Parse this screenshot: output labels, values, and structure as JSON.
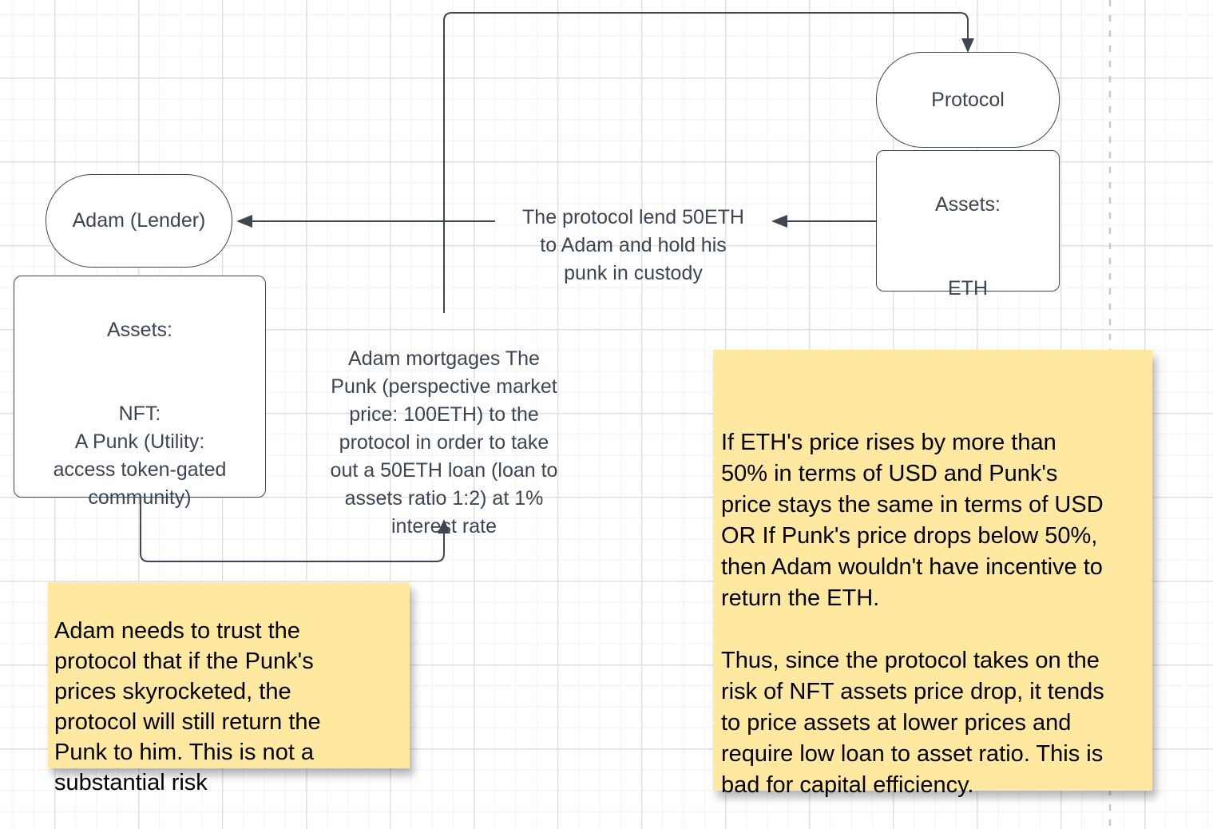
{
  "diagram": {
    "nodes": {
      "protocol": {
        "label": "Protocol"
      },
      "protocol_assets": {
        "text": "Assets:\n\n\nETH"
      },
      "adam": {
        "label": "Adam (Lender)"
      },
      "adam_assets": {
        "text": "Assets:\n\n\nNFT:\nA Punk (Utility:\naccess token-gated\ncommunity)"
      }
    },
    "edge_labels": {
      "lend": {
        "text": "The protocol lend 50ETH\nto Adam and hold his\npunk in custody"
      },
      "mortgage": {
        "text": "Adam mortgages The\nPunk (perspective market\nprice: 100ETH) to the\nprotocol in order to take\nout a 50ETH loan (loan to\nassets ratio 1:2) at 1%\ninterest rate"
      }
    },
    "notes": {
      "left": {
        "text": "Adam needs to trust the\nprotocol that if the Punk's\nprices skyrocketed, the\nprotocol will still return the\nPunk to him. This is not a\nsubstantial risk"
      },
      "right": {
        "text": "If ETH's price rises by more than\n50% in terms of USD and Punk's\nprice stays the same in terms of USD\nOR If Punk's price drops below 50%,\nthen Adam wouldn't have incentive to\nreturn the ETH.\n\nThus, since the protocol takes on the\nrisk of NFT assets price drop, it tends\nto price assets at lower prices and\nrequire low loan to asset ratio. This is\nbad for capital efficiency."
      }
    },
    "colors": {
      "ink": "#3d4751",
      "note_fill": "#ffe9a0",
      "note_text": "#000000",
      "shape_fill": "#ffffff",
      "grid_minor": "#f2f2f2",
      "grid_major": "#e0e0e0",
      "page_boundary": "#c9c9c9"
    }
  }
}
